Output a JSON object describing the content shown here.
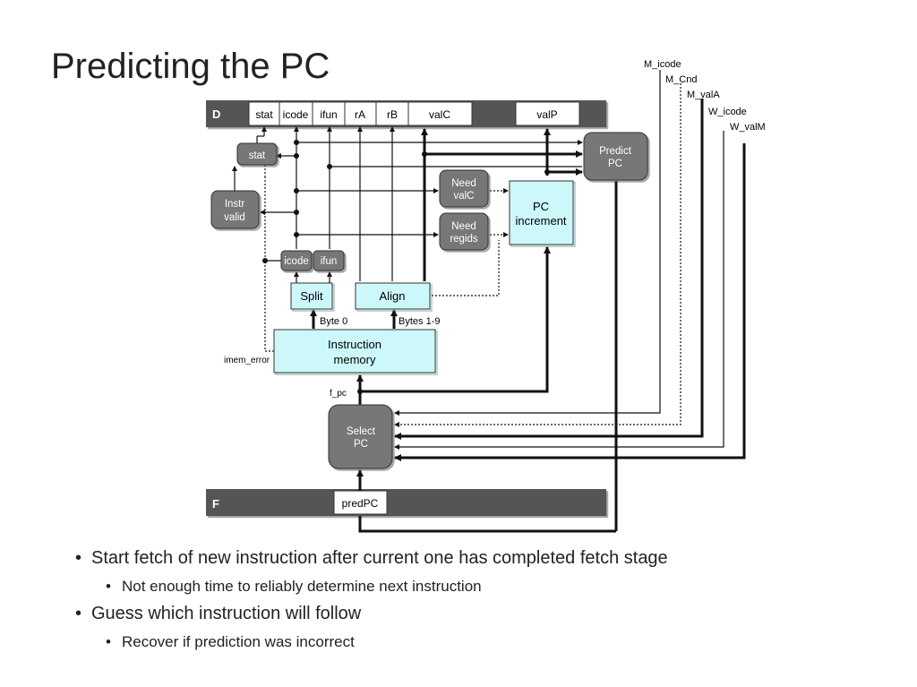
{
  "slide": {
    "title": "Predicting the PC"
  },
  "diagram": {
    "d_register": {
      "name": "D",
      "fields": [
        "stat",
        "icode",
        "ifun",
        "rA",
        "rB",
        "valC",
        "valP"
      ]
    },
    "f_register": {
      "name": "F",
      "field": "predPC"
    },
    "blocks": {
      "stat": "stat",
      "instr_valid": [
        "Instr",
        "valid"
      ],
      "need_valc": [
        "Need",
        "valC"
      ],
      "need_regids": [
        "Need",
        "regids"
      ],
      "pc_increment": [
        "PC",
        "increment"
      ],
      "predict_pc": [
        "Predict",
        "PC"
      ],
      "icode": "icode",
      "ifun": "ifun",
      "split": "Split",
      "align": "Align",
      "instruction_memory": [
        "Instruction",
        "memory"
      ],
      "select_pc": [
        "Select",
        "PC"
      ]
    },
    "labels": {
      "byte0": "Byte 0",
      "bytes19": "Bytes 1-9",
      "imem_error": "imem_error",
      "f_pc": "f_pc"
    },
    "forward_signals": [
      "M_icode",
      "M_Cnd",
      "M_valA",
      "W_icode",
      "W_valM"
    ]
  },
  "bullets": [
    {
      "level": 1,
      "text": "Start fetch of new instruction after current one has completed fetch stage"
    },
    {
      "level": 2,
      "text": "Not enough time to reliably determine next instruction"
    },
    {
      "level": 1,
      "text": "Guess which instruction will follow"
    },
    {
      "level": 2,
      "text": "Recover if prediction was incorrect"
    }
  ],
  "colors": {
    "register_bar": "#555555",
    "control_block": "#777777",
    "datapath_block": "#ccf8fc",
    "wire": "#111111"
  }
}
